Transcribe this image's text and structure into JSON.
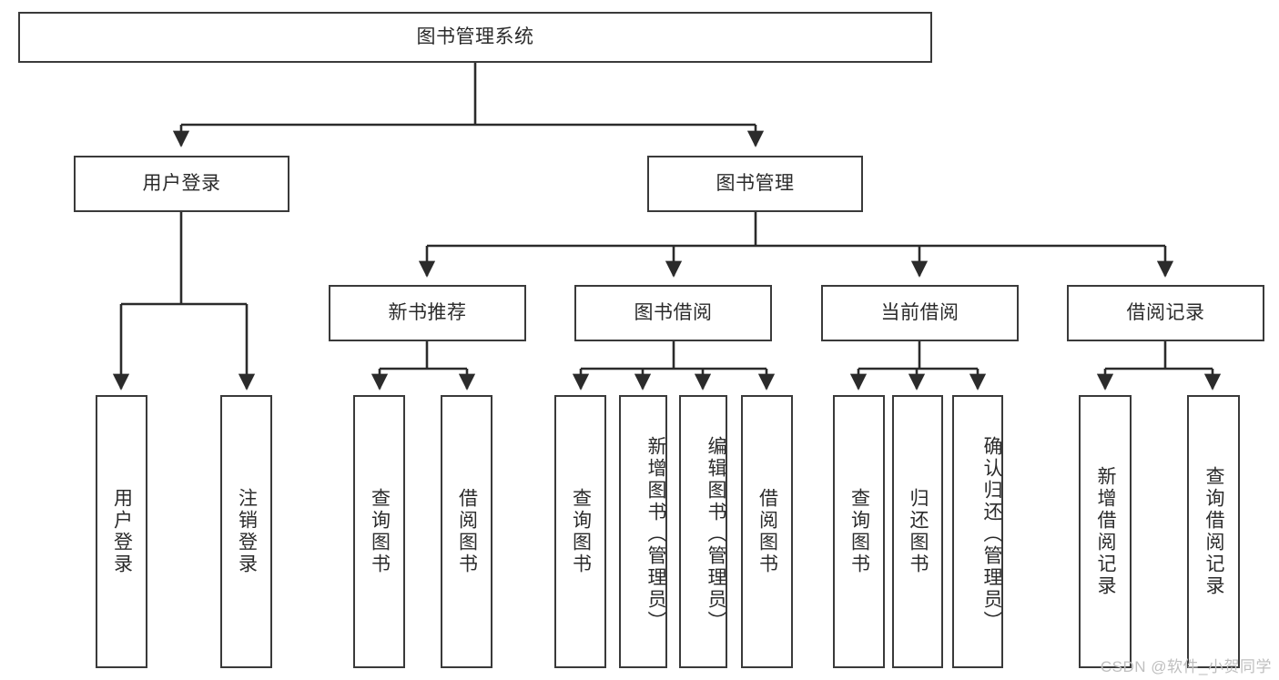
{
  "diagram": {
    "type": "tree-hierarchy-chart",
    "title": "图书管理系统",
    "colors": {
      "box_border": "#3a3a3a",
      "box_fill": "#ffffff",
      "edge": "#2b2b2b",
      "text": "#2b2b2b",
      "watermark": "#bfbfbf",
      "background": "#ffffff"
    },
    "watermark": "CSDN @软件_小贺同学",
    "levels": {
      "root": {
        "label": "图书管理系统"
      },
      "level2": [
        {
          "id": "user-login",
          "label": "用户登录"
        },
        {
          "id": "book-management",
          "label": "图书管理"
        }
      ],
      "level3": [
        {
          "id": "new-book-recommend",
          "label": "新书推荐",
          "parent": "book-management"
        },
        {
          "id": "book-borrow",
          "label": "图书借阅",
          "parent": "book-management"
        },
        {
          "id": "current-borrow",
          "label": "当前借阅",
          "parent": "book-management"
        },
        {
          "id": "borrow-record",
          "label": "借阅记录",
          "parent": "book-management"
        }
      ],
      "leaves": [
        {
          "id": "leaf-user-login",
          "label": "用户登录",
          "parent": "user-login"
        },
        {
          "id": "leaf-logout-login",
          "label": "注销登录",
          "parent": "user-login"
        },
        {
          "id": "leaf-query-book-1",
          "label": "查询图书",
          "parent": "new-book-recommend"
        },
        {
          "id": "leaf-borrow-book-1",
          "label": "借阅图书",
          "parent": "new-book-recommend"
        },
        {
          "id": "leaf-query-book-2",
          "label": "查询图书",
          "parent": "book-borrow"
        },
        {
          "id": "leaf-add-book",
          "label": "新增图书（管理员）",
          "parent": "book-borrow"
        },
        {
          "id": "leaf-edit-book",
          "label": "编辑图书（管理员）",
          "parent": "book-borrow"
        },
        {
          "id": "leaf-borrow-book-2",
          "label": "借阅图书",
          "parent": "book-borrow"
        },
        {
          "id": "leaf-query-book-3",
          "label": "查询图书",
          "parent": "current-borrow"
        },
        {
          "id": "leaf-return-book",
          "label": "归还图书",
          "parent": "current-borrow"
        },
        {
          "id": "leaf-confirm-return",
          "label": "确认归还（管理员）",
          "parent": "current-borrow"
        },
        {
          "id": "leaf-add-record",
          "label": "新增借阅记录",
          "parent": "borrow-record"
        },
        {
          "id": "leaf-query-record",
          "label": "查询借阅记录",
          "parent": "borrow-record"
        }
      ]
    }
  }
}
